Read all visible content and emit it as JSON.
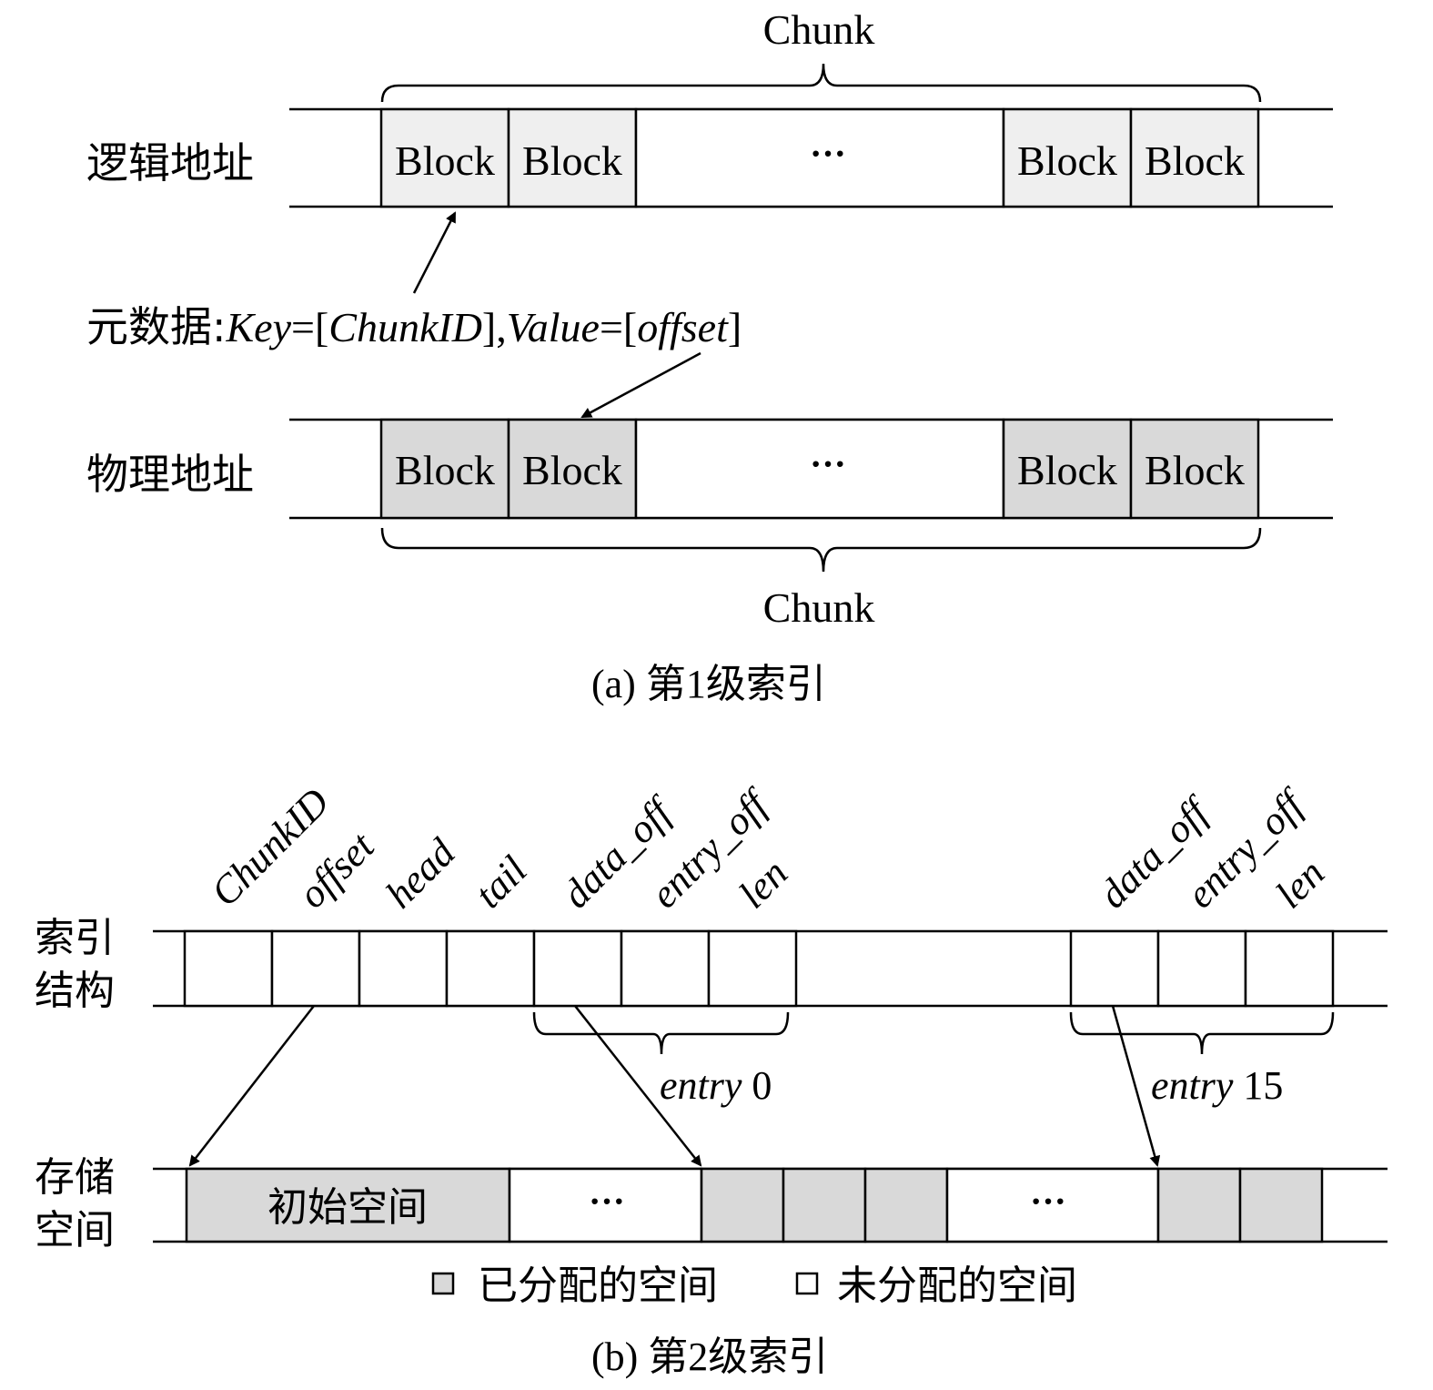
{
  "part_a": {
    "chunk_top_label": "Chunk",
    "chunk_bottom_label": "Chunk",
    "logical_row_label": "逻辑地址",
    "physical_row_label": "物理地址",
    "block_label": "Block",
    "ellipsis": "···",
    "metadata_prefix": "元数据:",
    "metadata_key": "Key",
    "metadata_eq1": "=[",
    "metadata_chunkid": "ChunkID",
    "metadata_sep": "],",
    "metadata_value": "Value",
    "metadata_eq2": "=[",
    "metadata_offset": "offset",
    "metadata_end": "]",
    "caption": "(a)  第1级索引"
  },
  "part_b": {
    "fields": [
      "ChunkID",
      "offset",
      "head",
      "tail",
      "data_off",
      "entry_off",
      "len",
      "data_off",
      "entry_off",
      "len"
    ],
    "index_row_label_line1": "索引",
    "index_row_label_line2": "结构",
    "storage_row_label_line1": "存储",
    "storage_row_label_line2": "空间",
    "entry0_italic": "entry",
    "entry0_num": " 0",
    "entry15_italic": "entry",
    "entry15_num": " 15",
    "initial_space": "初始空间",
    "ellipsis": "···",
    "legend_allocated": "已分配的空间",
    "legend_unallocated": "未分配的空间",
    "caption": "(b)  第2级索引"
  },
  "colors": {
    "logical_block_fill": "#efefef",
    "physical_block_fill": "#d9d9d9",
    "allocated_fill": "#d9d9d9",
    "unallocated_fill": "#ffffff"
  }
}
